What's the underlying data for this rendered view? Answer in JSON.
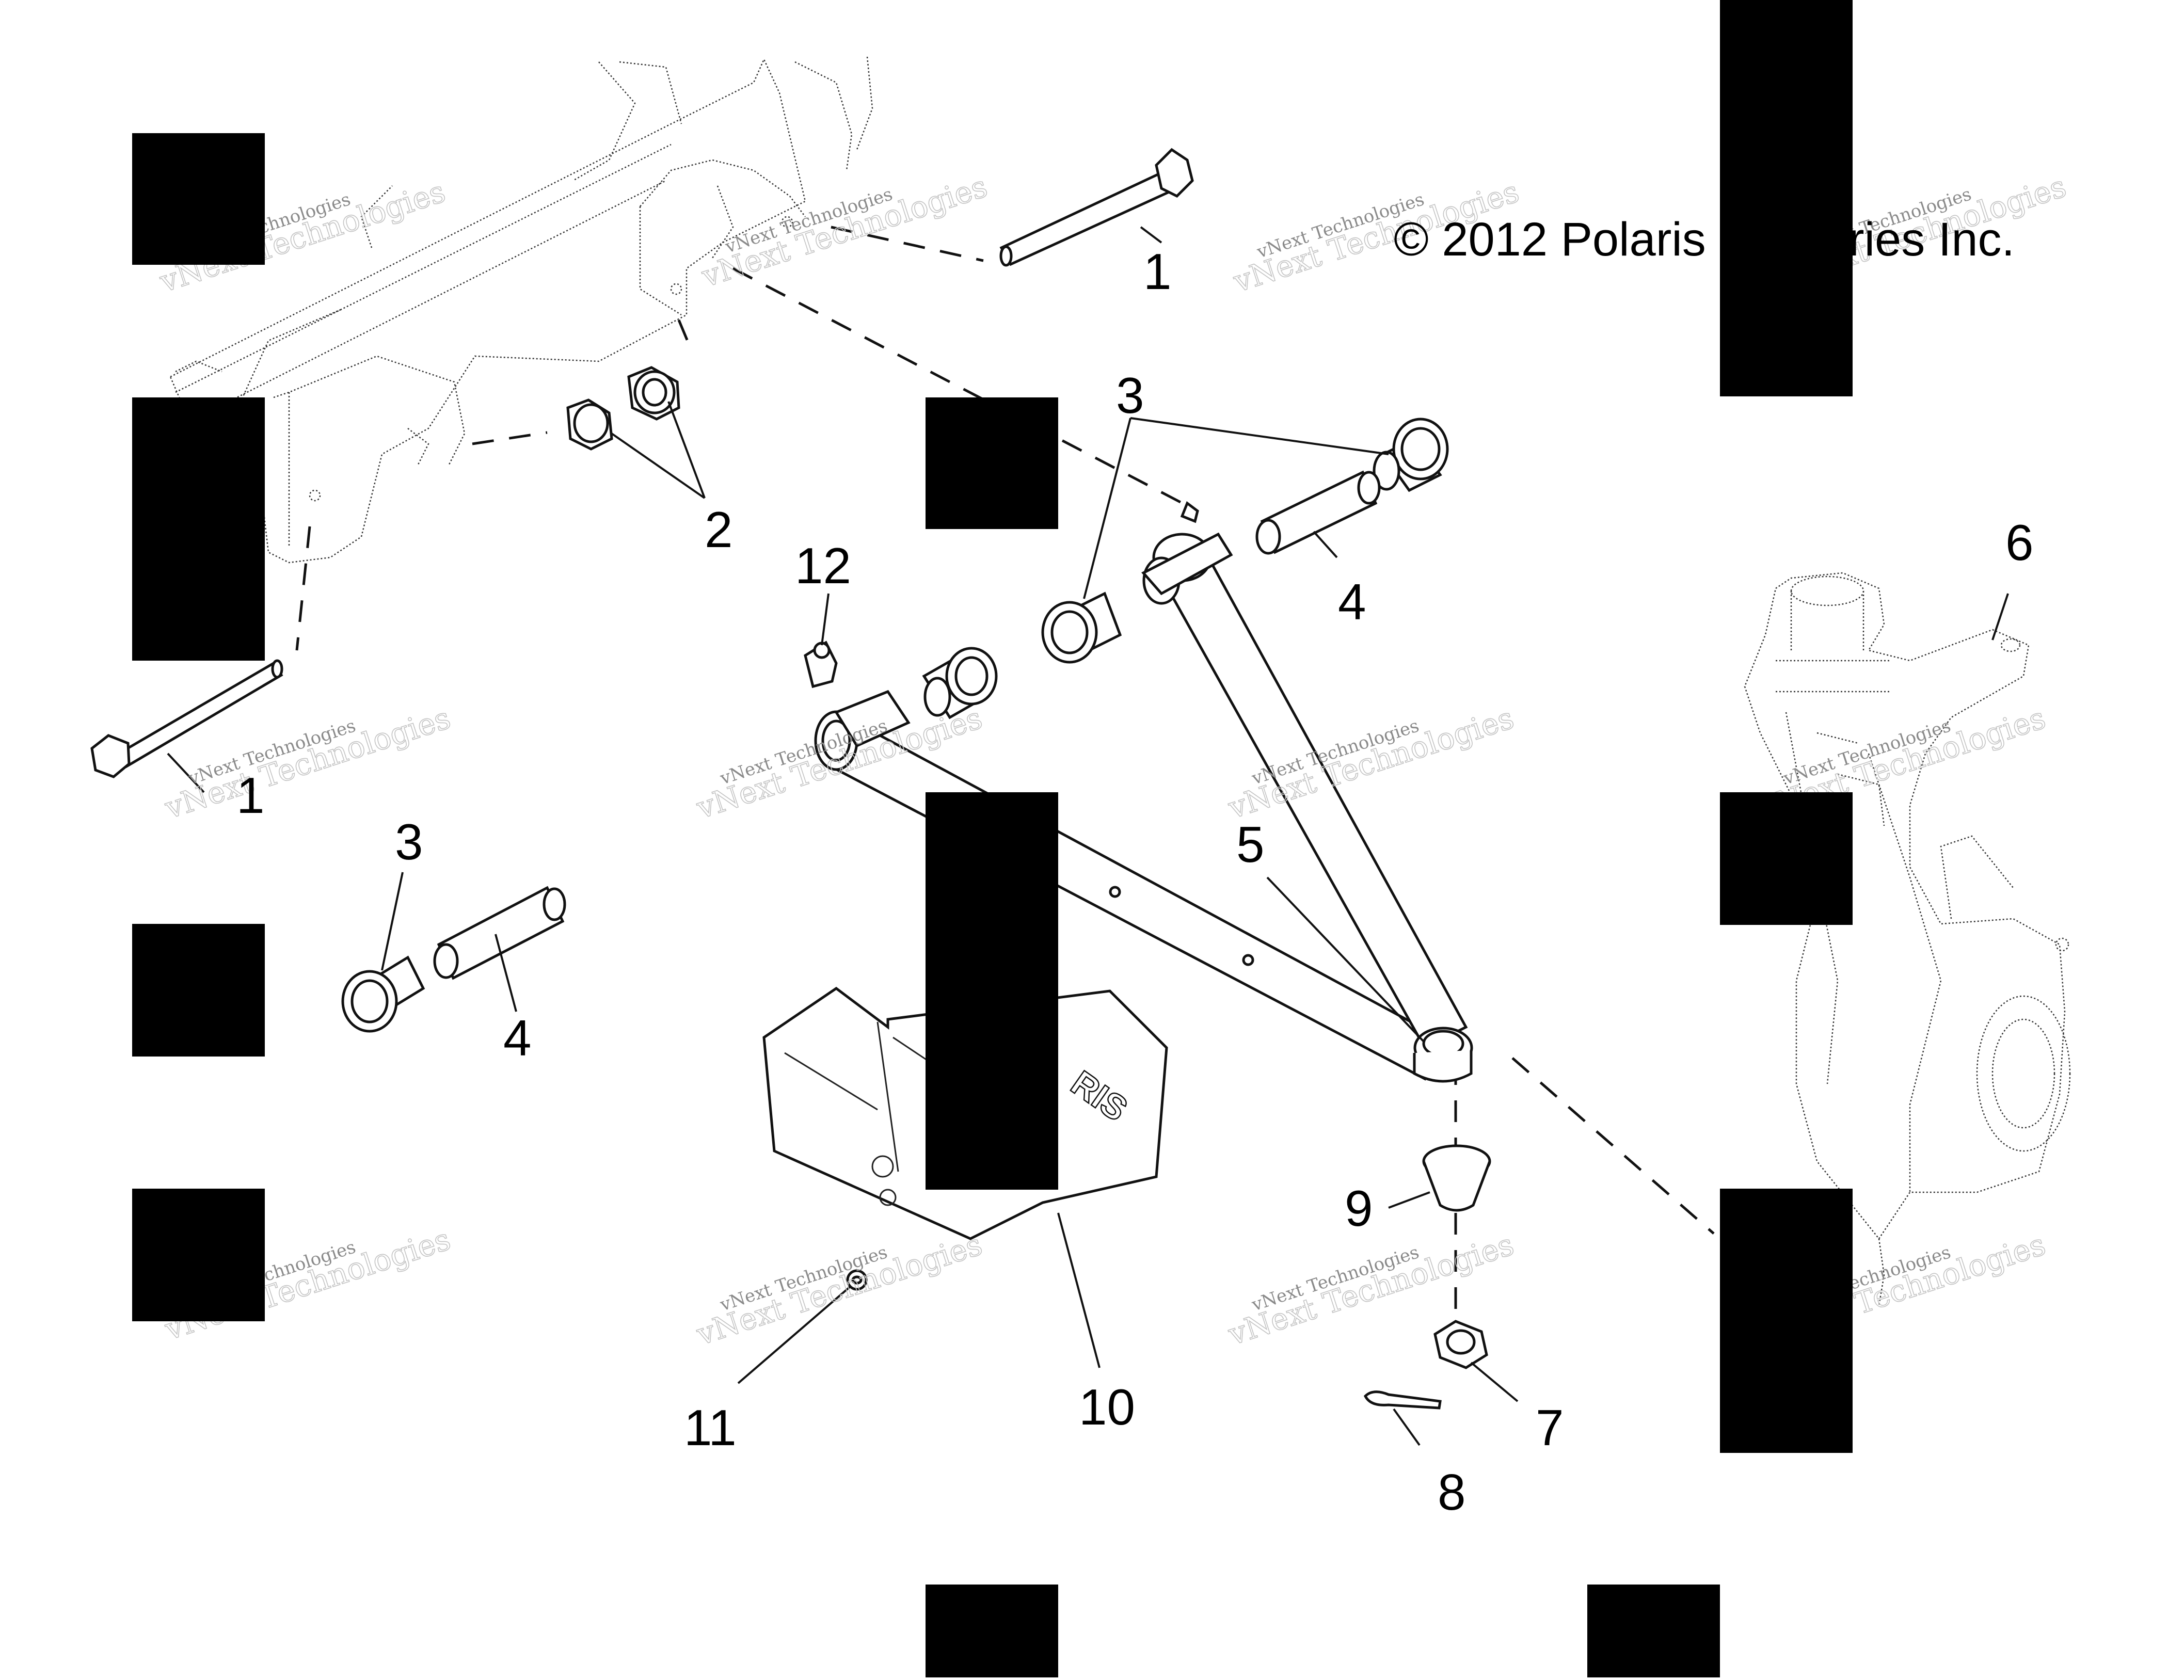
{
  "copyright": "© 2012 Polaris Industries Inc.",
  "watermark": {
    "line1": "vNext Technologies",
    "line2": "vNext Technologies"
  },
  "callouts": {
    "c1a": "1",
    "c1b": "1",
    "c2": "2",
    "c3a": "3",
    "c3b": "3",
    "c4a": "4",
    "c4b": "4",
    "c5": "5",
    "c6": "6",
    "c7": "7",
    "c8": "8",
    "c9": "9",
    "c10": "10",
    "c11": "11",
    "c12": "12"
  },
  "colors": {
    "ink": "#000000",
    "paper": "#ffffff",
    "watermark": "#9a9a9a"
  }
}
